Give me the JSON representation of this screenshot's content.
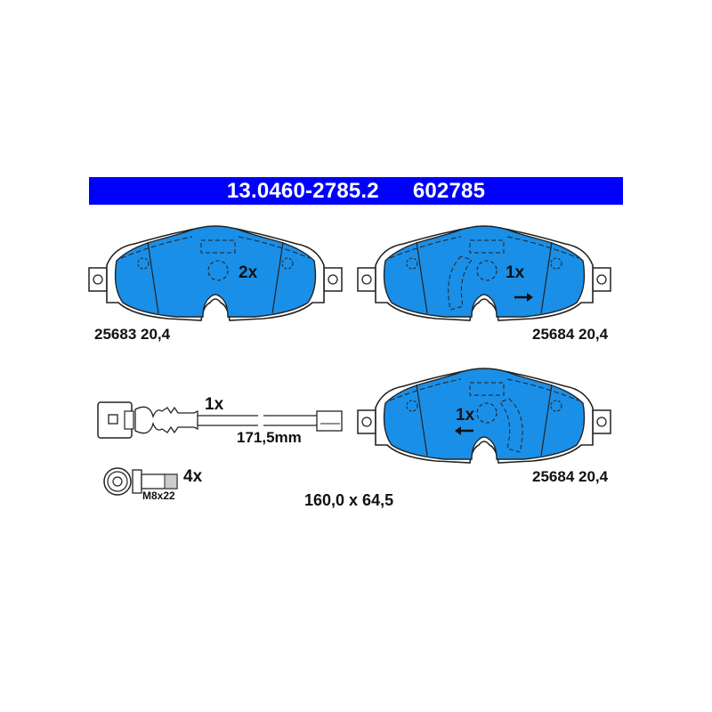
{
  "header": {
    "part_number": "13.0460-2785.2",
    "short_number": "602785",
    "banner_color": "#0000ff"
  },
  "pads": [
    {
      "qty": "2x",
      "code": "25683 20,4",
      "arrow": "none",
      "wear_indicator_cutout": "none"
    },
    {
      "qty": "1x",
      "code": "25684 20,4",
      "arrow": "right",
      "wear_indicator_cutout": "left"
    },
    {
      "qty": "1x",
      "code": "25684 20,4",
      "arrow": "left",
      "wear_indicator_cutout": "right"
    }
  ],
  "sensor": {
    "qty": "1x",
    "length": "171,5mm"
  },
  "bolt": {
    "qty": "4x",
    "size": "M8x22"
  },
  "dimensions": "160,0 x 64,5",
  "colors": {
    "pad_fill": "#1a8fe8",
    "outline": "#222222"
  }
}
